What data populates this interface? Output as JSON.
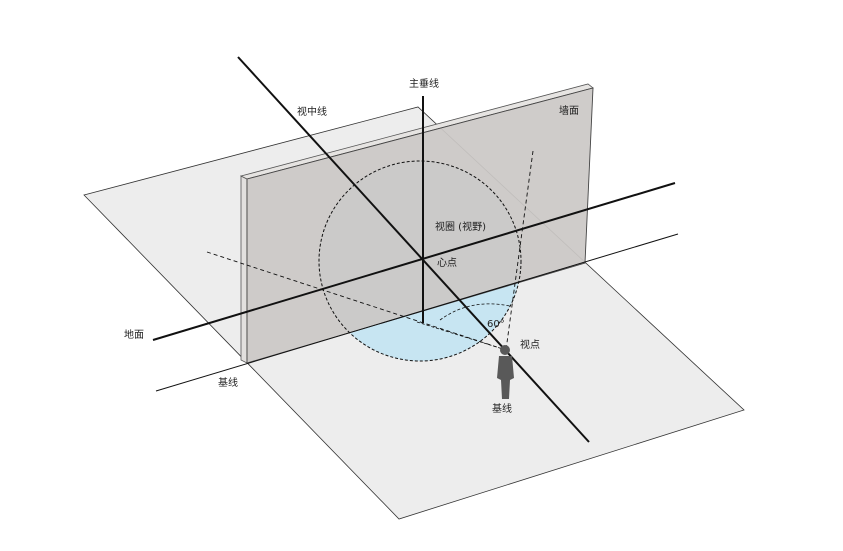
{
  "labels": {
    "main_vertical_line": "主垂线",
    "central_line_of_sight": "视中线",
    "wall": "墙面",
    "cone_of_vision": "视圈 (视野)",
    "center_point": "心点",
    "angle": "60°",
    "viewpoint": "视点",
    "ground_plane": "地面",
    "ground_line_left": "基线",
    "ground_line_figure": "基线"
  },
  "colors": {
    "ground_plane_fill": "#ededed",
    "wall_fill": "#cbc8c6",
    "wall_edge_fill": "#e2e0de",
    "cone_fill": "#bfe3f2",
    "line_color": "#111111",
    "figure_color": "#595959"
  }
}
